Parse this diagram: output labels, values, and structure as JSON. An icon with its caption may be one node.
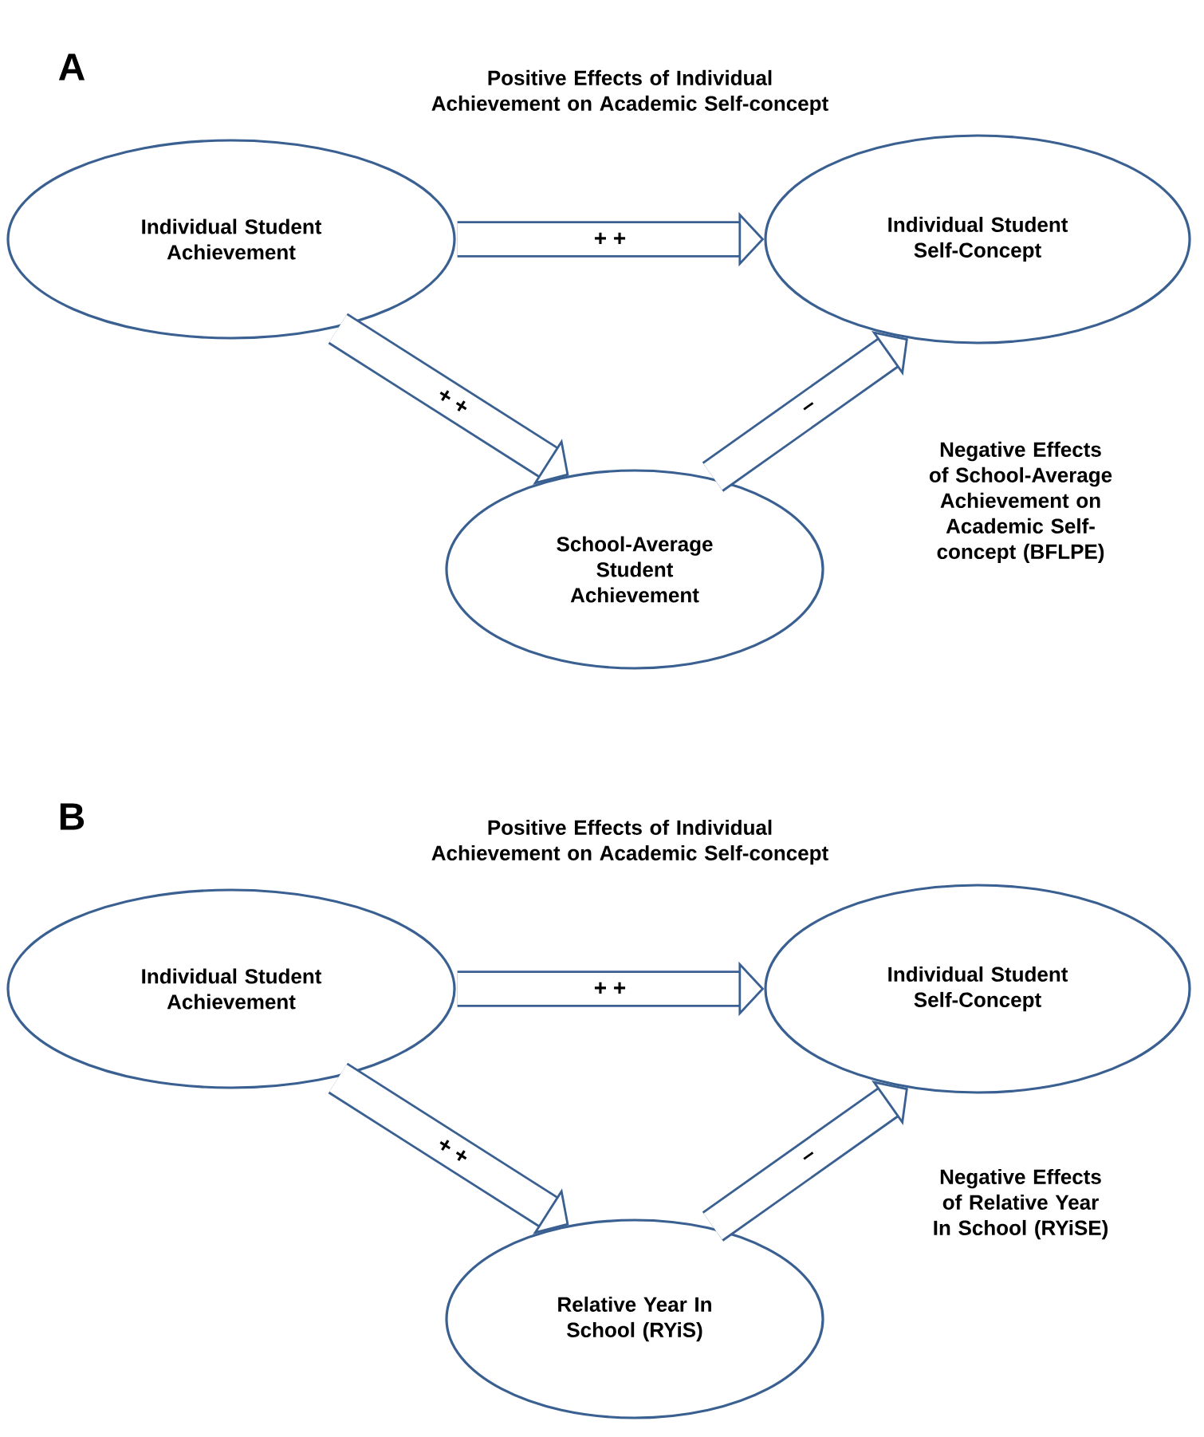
{
  "diagram": {
    "nodes": [
      {
        "text": [
          "Individual Student Achievement"
        ]
      },
      {
        "text": [
          "Individual Student Self-Concept"
        ]
      },
      {
        "text": [
          "School-Average Student Achievement"
        ]
      },
      {
        "text": [
          "Individual Student Achievement"
        ]
      },
      {
        "text": [
          "Individual Student Self-Concept"
        ]
      },
      {
        "text": [
          "Relative Year In School (RYiS)"
        ]
      }
    ],
    "edges": [
      {
        "from": 0,
        "to": 1,
        "arrow": "to",
        "label": "+ +"
      },
      {
        "from": 0,
        "to": 2,
        "arrow": "to",
        "label": "+ +"
      },
      {
        "from": 2,
        "to": 1,
        "arrow": "to",
        "label": "–"
      },
      {
        "from": 3,
        "to": 4,
        "arrow": "to",
        "label": "+ +"
      },
      {
        "from": 3,
        "to": 5,
        "arrow": "to",
        "label": "+ +"
      },
      {
        "from": 5,
        "to": 4,
        "arrow": "to",
        "label": "–"
      }
    ],
    "labels": [
      "A",
      "Positive Effects of Individual Achievement on Academic Self-concept",
      "Negative Effects of School-Average Achievement on Academic Self-concept (BFLPE)",
      "B",
      "Positive Effects of Individual Achievement on Academic Self-concept",
      "Negative Effects of Relative Year In School (RYiSE)"
    ]
  }
}
